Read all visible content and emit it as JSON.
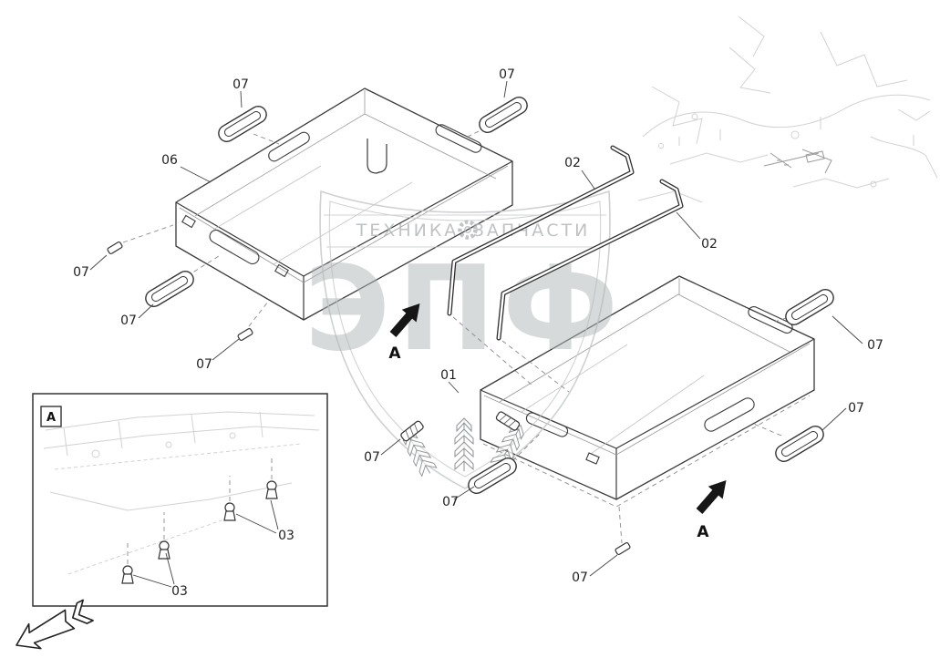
{
  "watermark": {
    "brand": "ЭПФ",
    "banner_left": "ТЕХНИКА",
    "banner_right": "ЗАПЧАСТИ"
  },
  "inset": {
    "corner_label": "A"
  },
  "arrow_labels": {
    "view_a_1": "A",
    "view_a_2": "A"
  },
  "callouts": [
    "07",
    "07",
    "06",
    "02",
    "02",
    "07",
    "07",
    "07",
    "01",
    "07",
    "07",
    "07",
    "07",
    "07",
    "03",
    "03"
  ]
}
